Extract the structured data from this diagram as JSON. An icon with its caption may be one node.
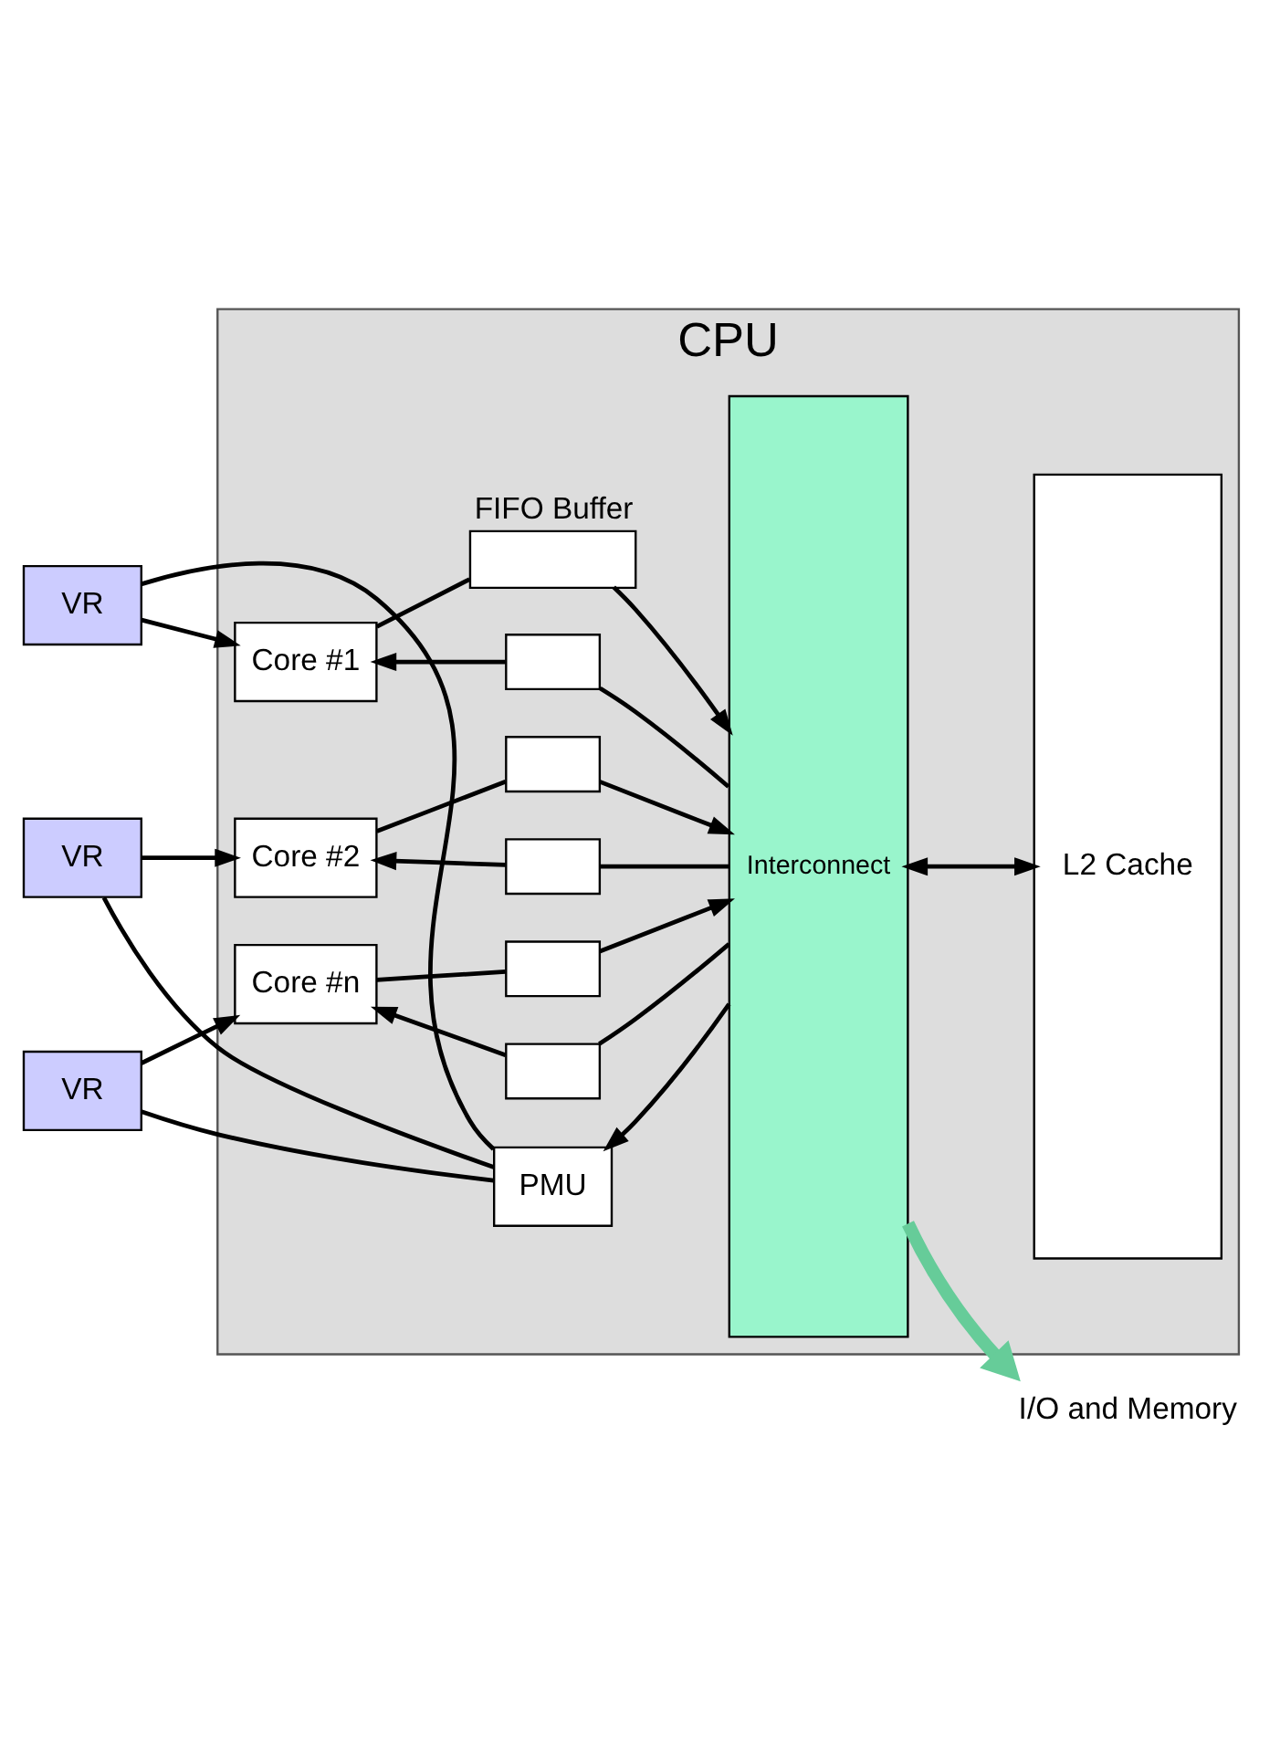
{
  "diagram": {
    "nodes": [
      {
        "text": [
          "CPU"
        ]
      },
      {
        "text": [
          "PMU"
        ],
        "in": 0
      },
      {
        "text": [
          "Core #1"
        ],
        "in": 0
      },
      {
        "text": [
          "Core #2"
        ],
        "in": 0
      },
      {
        "text": [
          "Core #n"
        ],
        "in": 0
      },
      {
        "text": [],
        "shape": "box",
        "in": 0,
        "beside": [
          "FIFO Buffer"
        ]
      },
      {
        "text": [],
        "shape": "box",
        "in": 0
      },
      {
        "text": [],
        "shape": "box",
        "in": 0
      },
      {
        "text": [],
        "shape": "box",
        "in": 0
      },
      {
        "text": [],
        "shape": "box",
        "in": 0
      },
      {
        "text": [],
        "shape": "box",
        "in": 0
      },
      {
        "text": [
          "Interconnect"
        ],
        "in": 0
      },
      {
        "text": [
          "L2 Cache"
        ],
        "in": 0
      },
      {
        "text": [
          "VR"
        ]
      },
      {
        "text": [
          "VR"
        ]
      },
      {
        "text": [
          "VR"
        ]
      },
      {
        "text": [
          "I/O and Memory"
        ]
      }
    ],
    "edges": [
      {
        "from": 11,
        "to": 1,
        "arrow": "to"
      },
      {
        "from": 1,
        "to": 13,
        "arrow": "none"
      },
      {
        "from": 1,
        "to": 14,
        "arrow": "none"
      },
      {
        "from": 1,
        "to": 15,
        "arrow": "none"
      },
      {
        "from": 13,
        "to": 2,
        "arrow": "to"
      },
      {
        "from": 14,
        "to": 3,
        "arrow": "to"
      },
      {
        "from": 15,
        "to": 4,
        "arrow": "to"
      },
      {
        "from": 2,
        "to": 5,
        "arrow": "none"
      },
      {
        "from": 5,
        "to": 11,
        "arrow": "to"
      },
      {
        "from": 11,
        "to": 6,
        "arrow": "none"
      },
      {
        "from": 6,
        "to": 2,
        "arrow": "to"
      },
      {
        "from": 3,
        "to": 7,
        "arrow": "none"
      },
      {
        "from": 7,
        "to": 11,
        "arrow": "to"
      },
      {
        "from": 11,
        "to": 8,
        "arrow": "none"
      },
      {
        "from": 8,
        "to": 3,
        "arrow": "to"
      },
      {
        "from": 4,
        "to": 9,
        "arrow": "none"
      },
      {
        "from": 9,
        "to": 11,
        "arrow": "to"
      },
      {
        "from": 11,
        "to": 10,
        "arrow": "none"
      },
      {
        "from": 10,
        "to": 4,
        "arrow": "to"
      },
      {
        "from": 11,
        "to": 12,
        "arrow": "both"
      },
      {
        "from": 11,
        "to": 16,
        "arrow": "to",
        "style": "thick",
        "color": "#66cc99"
      }
    ]
  }
}
